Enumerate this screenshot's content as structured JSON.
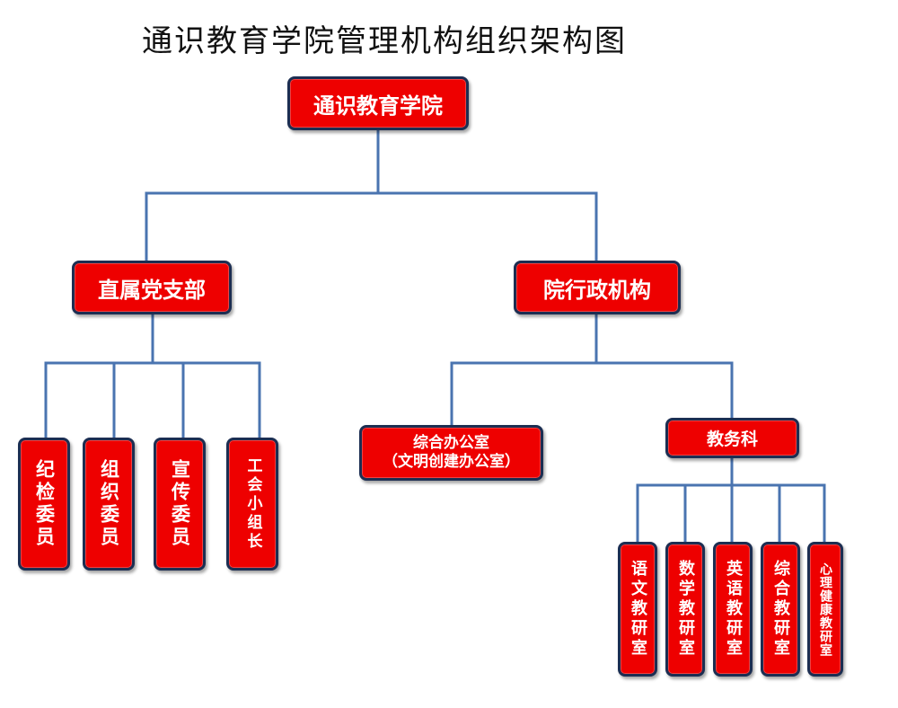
{
  "title": "通识教育学院管理机构组织架构图",
  "nodes": {
    "root": "通识教育学院",
    "party_branch": "直属党支部",
    "admin": "院行政机构",
    "discipline": "纪检委员",
    "organization": "组织委员",
    "publicity": "宣传委员",
    "union_leader": "工会小组长",
    "general_office": "综合办公室\n（文明创建办公室）",
    "academic_affairs": "教务科",
    "chinese_lab": "语文教研室",
    "math_lab": "数学教研室",
    "english_lab": "英语教研室",
    "general_lab": "综合教研室",
    "psychology_lab": "心理健康教研室"
  },
  "colors": {
    "node_fill": "#ee0000",
    "node_border": "#1c2e52",
    "connector": "#4a74b0",
    "node_text": "#ffffff"
  }
}
